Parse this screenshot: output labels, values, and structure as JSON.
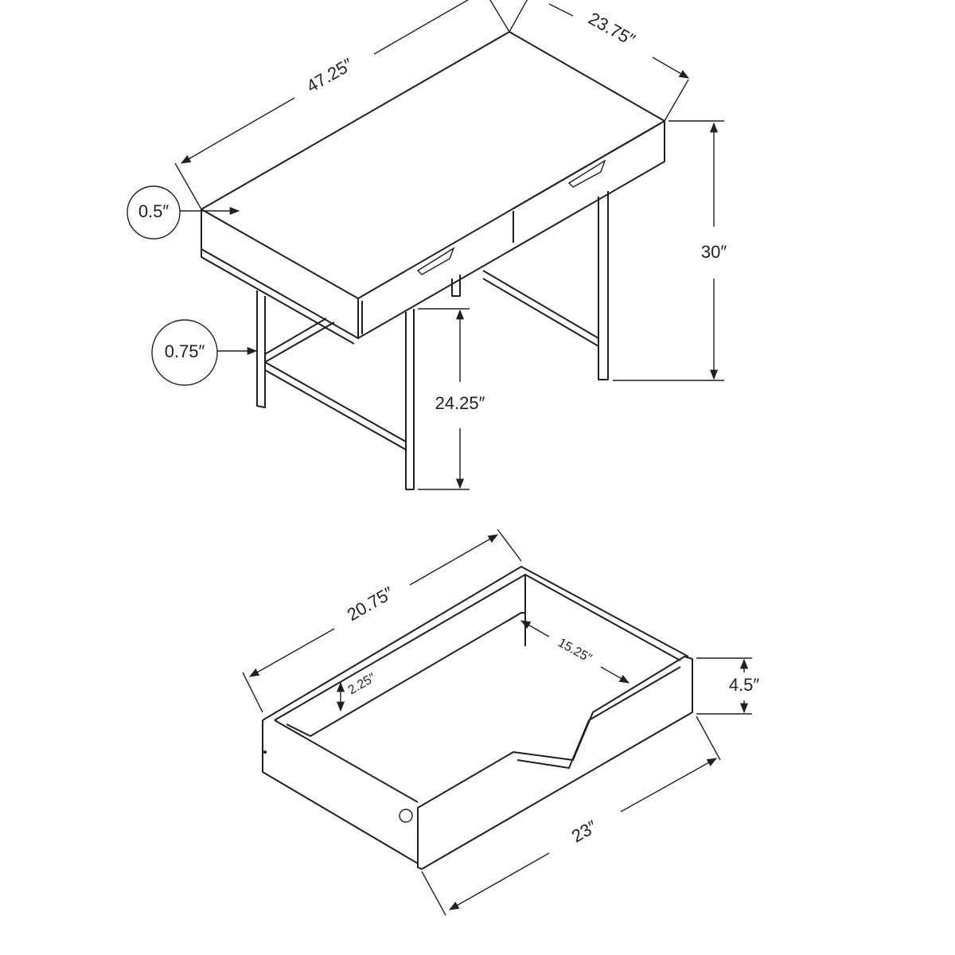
{
  "desk": {
    "dimensions": {
      "width": "47.25″",
      "depth": "23.75″",
      "height": "30″",
      "clearance": "24.25″",
      "top_thickness": "0.5″",
      "leg_thickness": "0.75″"
    }
  },
  "drawer": {
    "dimensions": {
      "outer_depth": "20.75″",
      "inner_depth": "15.25″",
      "inner_height": "2.25″",
      "height": "4.5″",
      "width": "23″"
    }
  },
  "colors": {
    "line": "#231f20",
    "background": "#ffffff"
  }
}
